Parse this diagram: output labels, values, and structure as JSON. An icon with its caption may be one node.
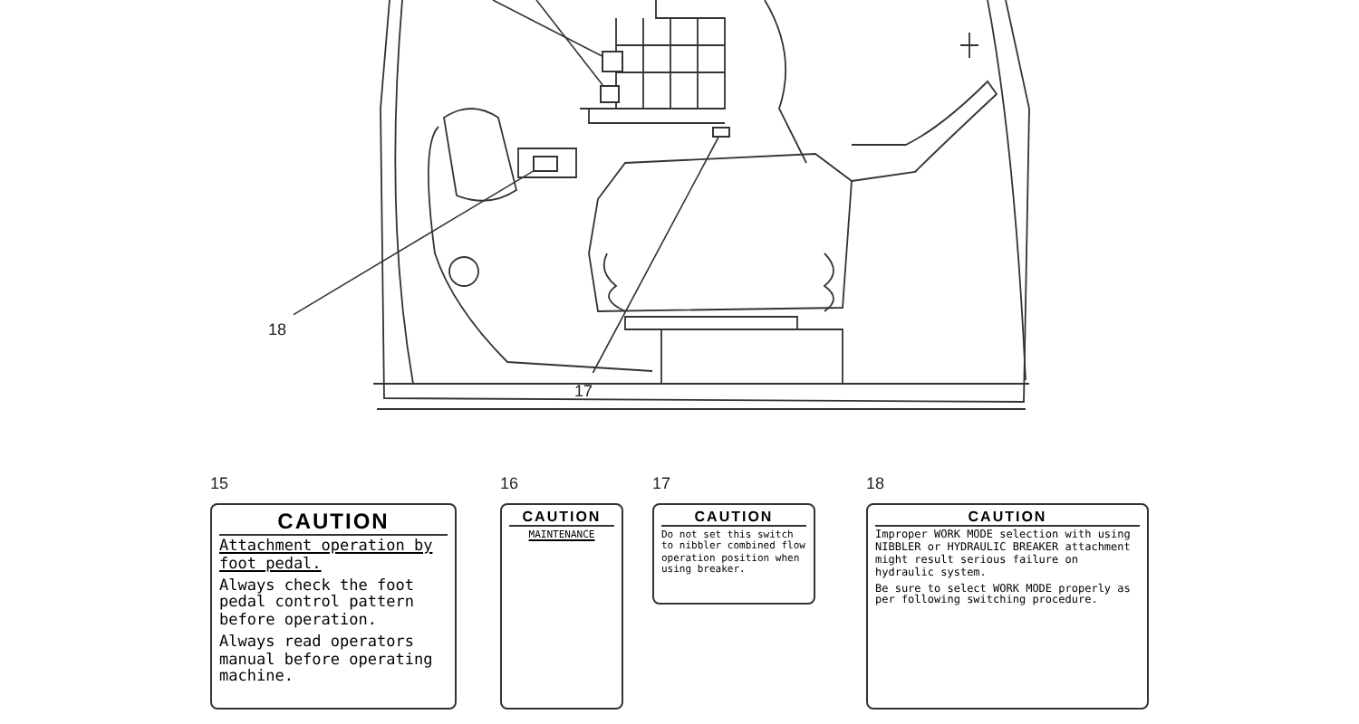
{
  "diagram": {
    "nodes": [
      {
        "text": [
          "18"
        ]
      },
      {
        "text": [],
        "shape": "box"
      },
      {
        "text": [
          "17"
        ]
      },
      {
        "text": [],
        "shape": "box"
      },
      {
        "text": [],
        "shape": "box"
      },
      {
        "text": [],
        "shape": "box"
      },
      {
        "text": [
          "15",
          "CAUTION",
          "Attachment operation by foot pedal.",
          "Always check the foot pedal control pattern before operation.",
          "Always read operators manual before operating machine."
        ]
      },
      {
        "text": [
          "16",
          "CAUTION",
          "MAINTENANCE"
        ]
      },
      {
        "text": [
          "17",
          "CAUTION",
          "Do not set this switch to nibbler combined flow operation position when using breaker."
        ]
      },
      {
        "text": [
          "18",
          "CAUTION",
          "Improper WORK MODE selection with using NIBBLER or HYDRAULIC BREAKER attachment might result serious failure on hydraulic system.",
          "Be sure to select WORK MODE properly as per following switching procedure."
        ]
      }
    ],
    "edges": [
      {
        "from": 0,
        "to": 1,
        "arrow": "none"
      },
      {
        "from": 2,
        "to": 3,
        "arrow": "none"
      },
      {
        "from": null,
        "to": 4,
        "arrow": "none"
      },
      {
        "from": null,
        "to": 5,
        "arrow": "none"
      }
    ]
  }
}
